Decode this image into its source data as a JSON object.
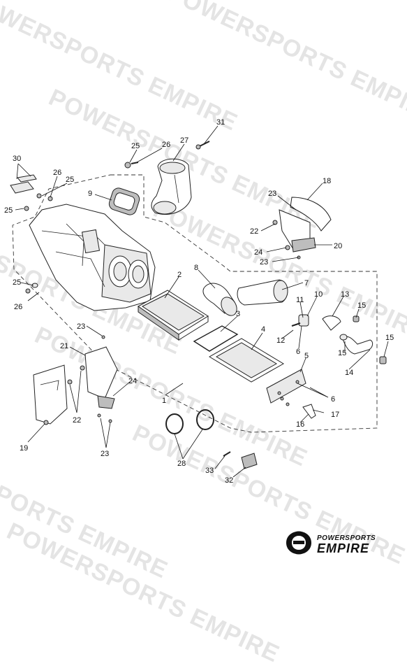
{
  "watermark": {
    "text": "POWERSPORTS EMPIRE"
  },
  "callouts": {
    "c1": "1",
    "c2": "2",
    "c3": "3",
    "c4": "4",
    "c5": "5",
    "c6a": "6",
    "c6b": "6",
    "c7": "7",
    "c8": "8",
    "c9": "9",
    "c10": "10",
    "c11": "11",
    "c12": "12",
    "c13": "13",
    "c14": "14",
    "c15a": "15",
    "c15b": "15",
    "c15c": "15",
    "c16": "16",
    "c17": "17",
    "c18": "18",
    "c19": "19",
    "c20": "20",
    "c21": "21",
    "c22a": "22",
    "c22b": "22",
    "c23a": "23",
    "c23b": "23",
    "c23c": "23",
    "c23d": "23",
    "c24a": "24",
    "c24b": "24",
    "c25a": "25",
    "c25b": "25",
    "c25c": "25",
    "c25d": "25",
    "c26a": "26",
    "c26b": "26",
    "c26c": "26",
    "c27": "27",
    "c28": "28",
    "c30": "30",
    "c31": "31",
    "c32": "32",
    "c33": "33"
  },
  "logo": {
    "line1": "POWERSPORTS",
    "line2": "EMPIRE",
    "icon": "empire-e-logo-icon"
  }
}
